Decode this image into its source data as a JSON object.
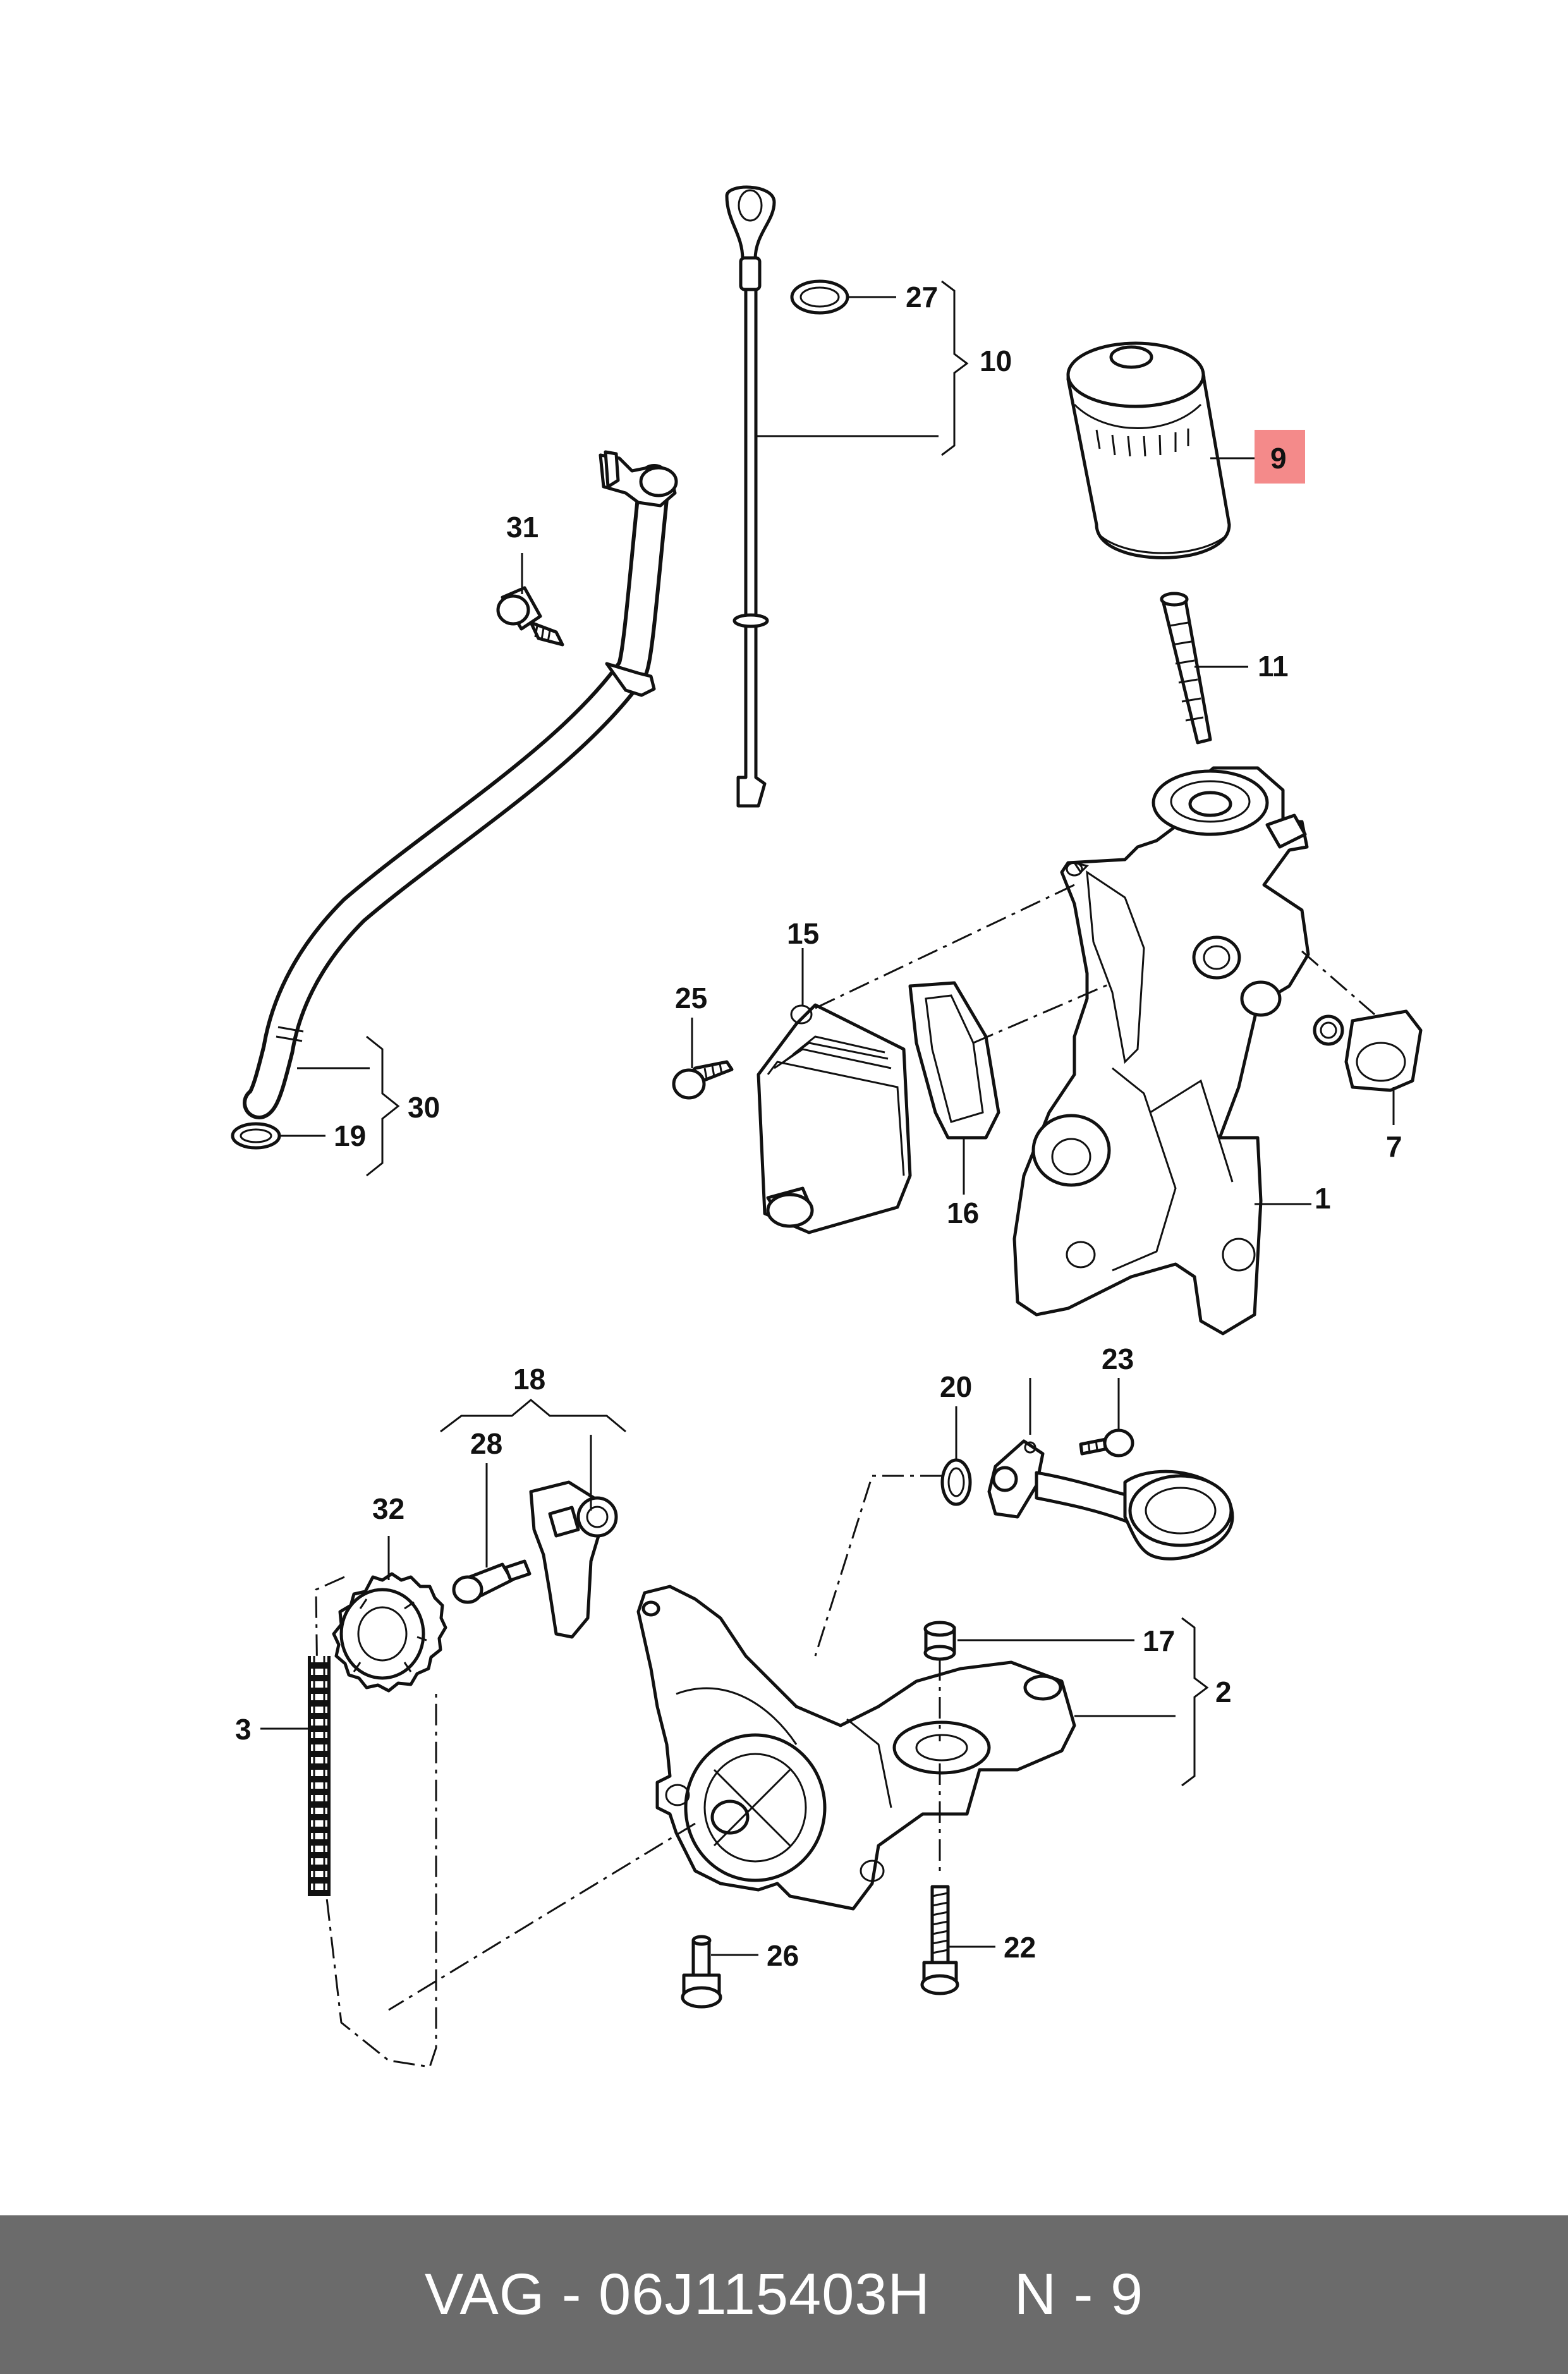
{
  "callouts": {
    "c1": "1",
    "c2": "2",
    "c3": "3",
    "c7": "7",
    "c9": "9",
    "c10": "10",
    "c11": "11",
    "c15": "15",
    "c16": "16",
    "c17": "17",
    "c18": "18",
    "c19": "19",
    "c20": "20",
    "c22": "22",
    "c23": "23",
    "c25": "25",
    "c26": "26",
    "c27": "27",
    "c28": "28",
    "c30": "30",
    "c31": "31",
    "c32": "32"
  },
  "highlight_color": "#f48a8a",
  "footer": {
    "text": "VAG - 06J115403H     N - 9",
    "background": "#6b6b6b"
  }
}
